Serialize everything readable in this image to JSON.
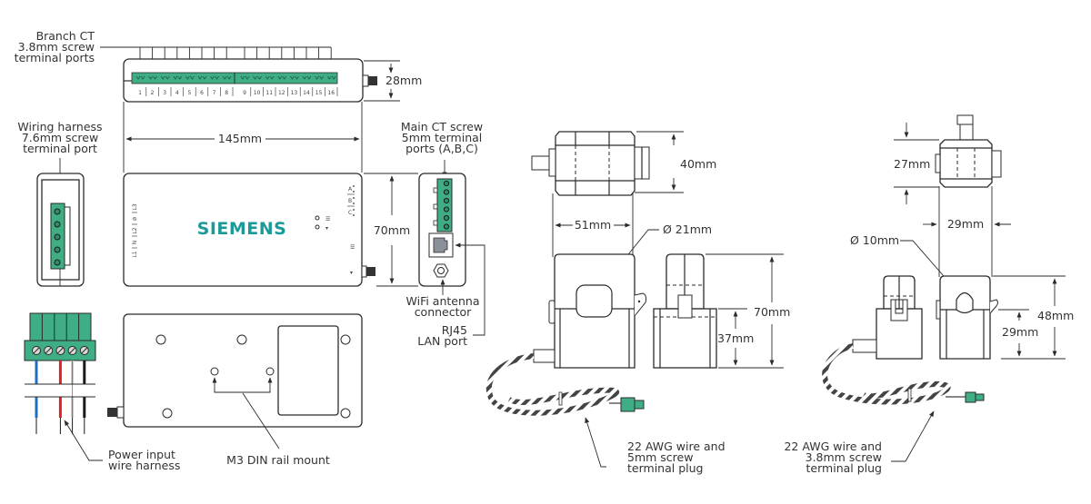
{
  "brand": {
    "name": "SIEMENS",
    "color": "#1a9a9a"
  },
  "colors": {
    "terminal_green": "#3fae84",
    "wire_blue": "#1f6fc1",
    "wire_red": "#e02020",
    "wire_gray": "#cccccc",
    "wire_black": "#1a1a1a",
    "line": "#2b2b2b",
    "text": "#333333"
  },
  "main_unit": {
    "branch_ct": {
      "label_lines": [
        "Branch CT",
        "3.8mm screw",
        "terminal ports"
      ]
    },
    "port_numbers": [
      "1",
      "2",
      "3",
      "4",
      "5",
      "6",
      "7",
      "8",
      "9",
      "10",
      "11",
      "12",
      "13",
      "14",
      "15",
      "16"
    ],
    "dim_height_top": "28mm",
    "dim_width": "145mm",
    "dim_height_front": "70mm",
    "front_left_labels": [
      "L3",
      "⊘",
      "L2",
      "N",
      "L1"
    ],
    "front_right_labels": [
      "A",
      "B",
      "C"
    ],
    "wiring_harness": {
      "label_lines": [
        "Wiring harness",
        "7.6mm screw",
        "terminal port"
      ]
    },
    "main_ct": {
      "label_lines": [
        "Main CT screw",
        "5mm terminal",
        "ports (A,B,C)"
      ]
    },
    "wifi_antenna": {
      "label_lines": [
        "WiFi antenna",
        "connector"
      ]
    },
    "rj45": {
      "label_lines": [
        "RJ45",
        "LAN port"
      ]
    },
    "power_input": {
      "label_lines": [
        "Power input",
        "wire harness"
      ]
    },
    "din_mount": {
      "label": "M3 DIN rail mount"
    }
  },
  "ct_large": {
    "dim_depth": "40mm",
    "dim_width": "51mm",
    "dim_hole": "Ø 21mm",
    "dim_height": "70mm",
    "dim_lower": "37mm",
    "cable": {
      "label_lines": [
        "22 AWG wire and",
        "5mm screw",
        "terminal plug"
      ]
    }
  },
  "ct_small": {
    "dim_depth": "27mm",
    "dim_width": "29mm",
    "dim_hole": "Ø 10mm",
    "dim_height": "48mm",
    "dim_lower": "29mm",
    "cable": {
      "label_lines": [
        "22 AWG wire and",
        "3.8mm screw",
        "terminal plug"
      ]
    }
  }
}
